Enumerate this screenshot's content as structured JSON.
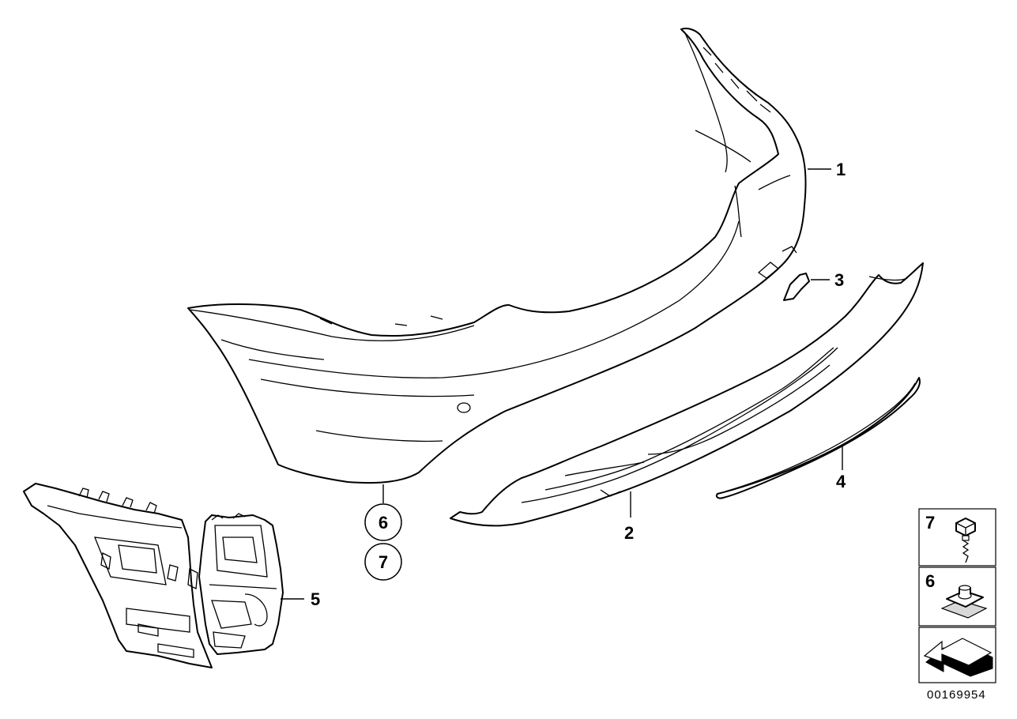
{
  "callouts": {
    "c1": "1",
    "c2": "2",
    "c3": "3",
    "c4": "4",
    "c5": "5",
    "c6": "6",
    "c7": "7"
  },
  "legend": {
    "item7": "7",
    "item6": "6"
  },
  "document_number": "00169954"
}
